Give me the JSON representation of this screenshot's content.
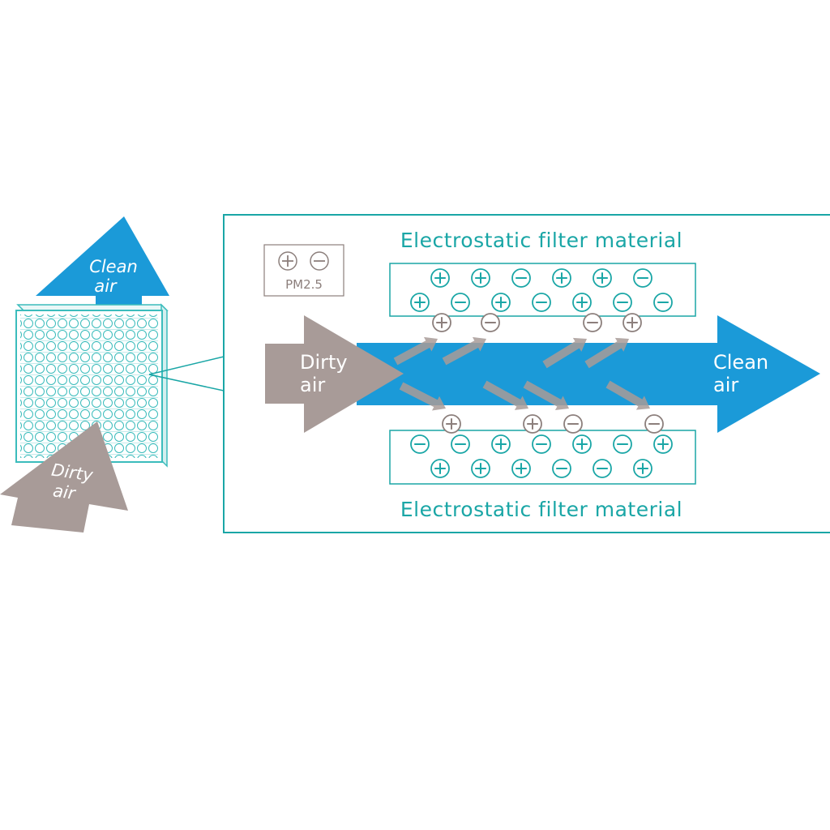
{
  "filter_unit": {
    "clean_air_label": [
      "Clean",
      "air"
    ],
    "dirty_air_label": [
      "Dirty",
      "air"
    ]
  },
  "detail": {
    "legend": {
      "signs": [
        "+",
        "−"
      ],
      "label": "PM2.5"
    },
    "top_material_label": "Electrostatic filter material",
    "bottom_material_label": "Electrostatic filter material",
    "dirty_air_label": [
      "Dirty",
      "air"
    ],
    "clean_air_label": [
      "Clean",
      "air"
    ],
    "top_filter_charges": [
      [
        "+",
        "+",
        "−",
        "+",
        "+",
        "−"
      ],
      [
        "+",
        "−",
        "+",
        "−",
        "+",
        "−",
        "−"
      ]
    ],
    "bottom_filter_charges": [
      [
        "−",
        "−",
        "+",
        "−",
        "+",
        "−",
        "+"
      ],
      [
        "+",
        "+",
        "+",
        "−",
        "−",
        "+"
      ]
    ],
    "captured_particles_top": [
      "+",
      "−",
      "−",
      "+"
    ],
    "captured_particles_bottom": [
      "+",
      "+",
      "−",
      "−"
    ]
  },
  "colors": {
    "teal": "#1aa6a6",
    "blue": "#1b9ad8",
    "gray": "#a89b98",
    "particle_gray": "#8c7f7c"
  }
}
